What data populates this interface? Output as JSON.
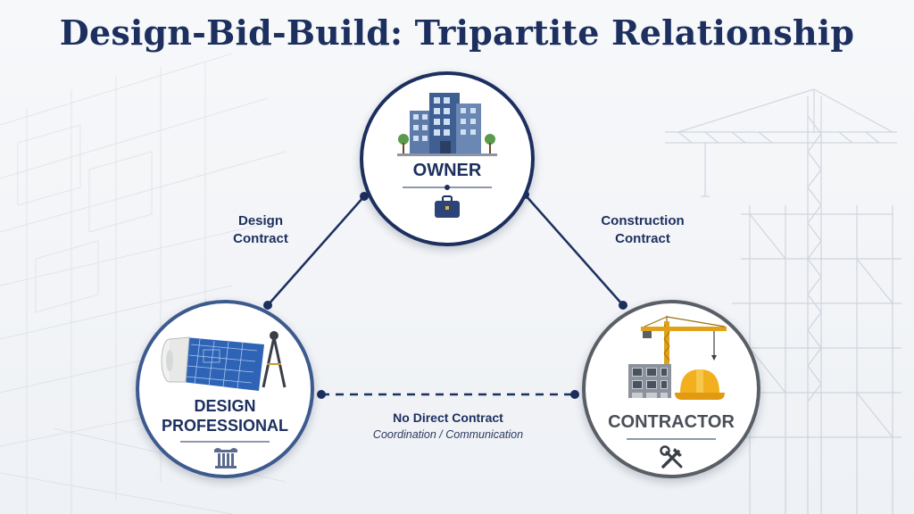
{
  "title": "Design-Bid-Build: Tripartite Relationship",
  "nodes": {
    "owner": {
      "label": "OWNER"
    },
    "design": {
      "label_line1": "DESIGN",
      "label_line2": "PROFESSIONAL"
    },
    "contractor": {
      "label": "CONTRACTOR"
    }
  },
  "edges": {
    "design_contract": {
      "line1": "Design",
      "line2": "Contract"
    },
    "construction_contract": {
      "line1": "Construction",
      "line2": "Contract"
    },
    "no_contract": {
      "line1": "No Direct Contract",
      "line2": "Coordination / Communication"
    }
  },
  "colors": {
    "navy": "#1c2f5e",
    "blue": "#3d5a8e",
    "gray": "#5a5f66",
    "construction_yellow": "#f2b01e"
  },
  "icons": {
    "owner": [
      "office-buildings-icon",
      "briefcase-icon"
    ],
    "design": [
      "blueprint-icon",
      "compass-icon",
      "column-icon"
    ],
    "contractor": [
      "tower-crane-icon",
      "hard-hat-icon",
      "tools-icon"
    ]
  }
}
